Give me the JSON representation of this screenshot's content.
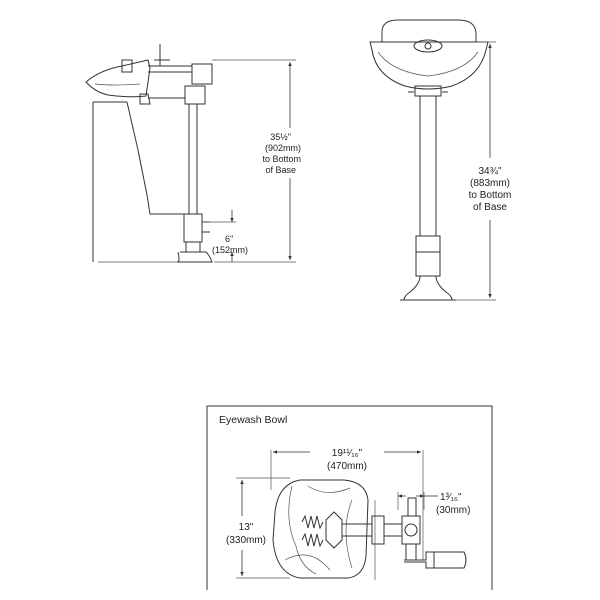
{
  "side_view": {
    "height_dim": {
      "line1": "35½\"",
      "line2": "(902mm)",
      "line3": "to Bottom",
      "line4": "of Base"
    },
    "base_dim": {
      "line1": "6\"",
      "line2": "(152mm)"
    }
  },
  "front_view": {
    "height_dim": {
      "line1": "34¾\"",
      "line2": "(883mm)",
      "line3": "to Bottom",
      "line4": "of Base"
    }
  },
  "eyewash_bowl": {
    "title": "Eyewash Bowl",
    "width_dim": {
      "line1": "19¹¹⁄₁₆\"",
      "line2": "(470mm)"
    },
    "depth_dim": {
      "line1": "13\"",
      "line2": "(330mm)"
    },
    "offset_dim": {
      "line1": "1³⁄₁₆\"",
      "line2": "(30mm)"
    }
  }
}
